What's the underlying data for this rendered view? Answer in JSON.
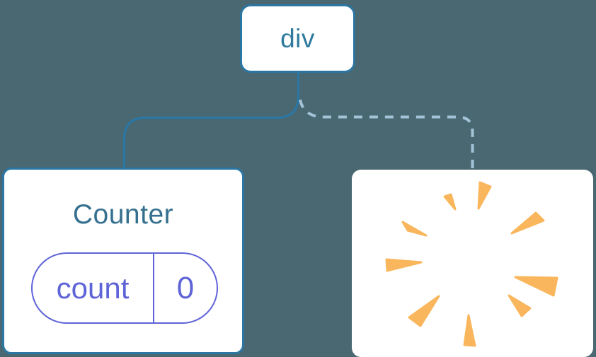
{
  "tree": {
    "root": {
      "label": "div"
    },
    "counter": {
      "title": "Counter",
      "state": {
        "name": "count",
        "value": "0"
      }
    },
    "removed": {
      "icon": "poof-icon"
    }
  },
  "colors": {
    "background": "#4A6871",
    "card_fill": "#FFFFFF",
    "node_border": "#2B76A3",
    "node_text": "#2D7A9E",
    "counter_title": "#35708E",
    "state_purple": "#5F64D7",
    "connector_solid": "#2B76A3",
    "connector_dashed": "#A3C4D8",
    "poof_orange": "#F9B65C"
  }
}
